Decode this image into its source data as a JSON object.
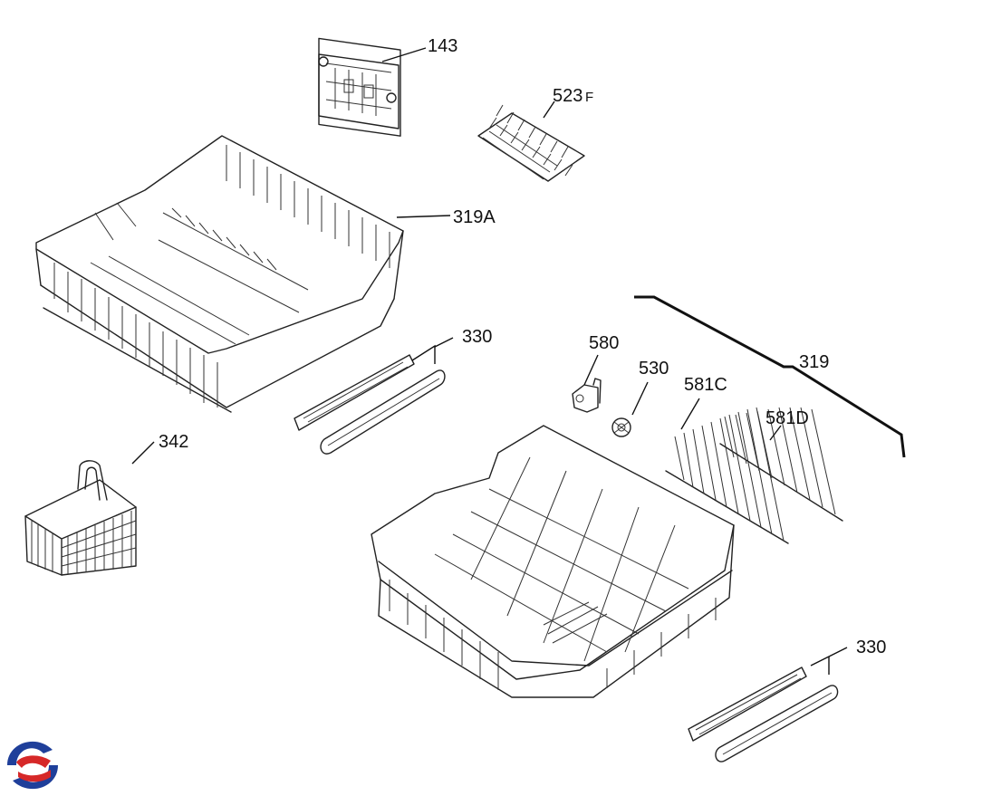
{
  "diagram": {
    "labels": {
      "p143": "143",
      "p523": "523",
      "p523_suffix": "F",
      "p319A": "319A",
      "p330_top": "330",
      "p342": "342",
      "p580": "580",
      "p530": "530",
      "p581C": "581C",
      "p581D": "581D",
      "p319": "319",
      "p330_bottom": "330"
    },
    "colors": {
      "logo_blue": "#1f3f9a",
      "logo_red": "#d62828",
      "line": "#222222"
    },
    "icons": {
      "logo": "brand-swirl-logo"
    }
  }
}
